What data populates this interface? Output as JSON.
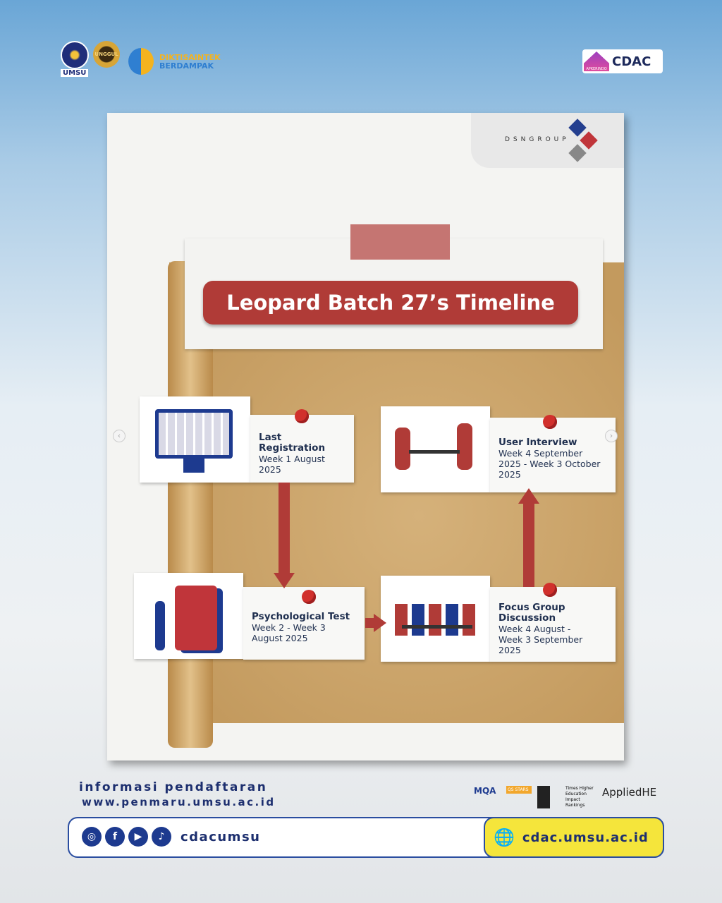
{
  "header": {
    "umsu": "UMSU",
    "unggul": "UNGGUL",
    "dikti_line1": "DIKTISAINTEK",
    "dikti_line2": "BERDAMPAK",
    "cdac_logo": "CDAC",
    "apkeb": "APKERINDO"
  },
  "poster": {
    "brand": "DSNGROUP",
    "title": "Leopard Batch 27’s Timeline",
    "steps": [
      {
        "title": "Last Registration",
        "date": "Week 1 August 2025"
      },
      {
        "title": "Psychological Test",
        "date": "Week 2 - Week 3 August 2025"
      },
      {
        "title": "Focus Group Discussion",
        "date": "Week 4 August - Week 3 September 2025"
      },
      {
        "title": "User Interview",
        "date": "Week 4 September 2025 - Week 3 October 2025"
      }
    ],
    "prev": "‹",
    "next": "›"
  },
  "footer": {
    "info": "informasi pendaftaran",
    "url": "www.penmaru.umsu.ac.id",
    "social_handle": "cdacumsu",
    "website": "cdac.umsu.ac.id",
    "rankings": [
      "MQA",
      "QS STARS",
      "Times Higher Education Impact Rankings",
      "AppliedHE"
    ],
    "social_icons": [
      "instagram-icon",
      "facebook-icon",
      "youtube-icon",
      "tiktok-icon"
    ]
  },
  "colors": {
    "accent": "#b03b37",
    "navy": "#1d2f6f",
    "yellow": "#f5e53b"
  }
}
